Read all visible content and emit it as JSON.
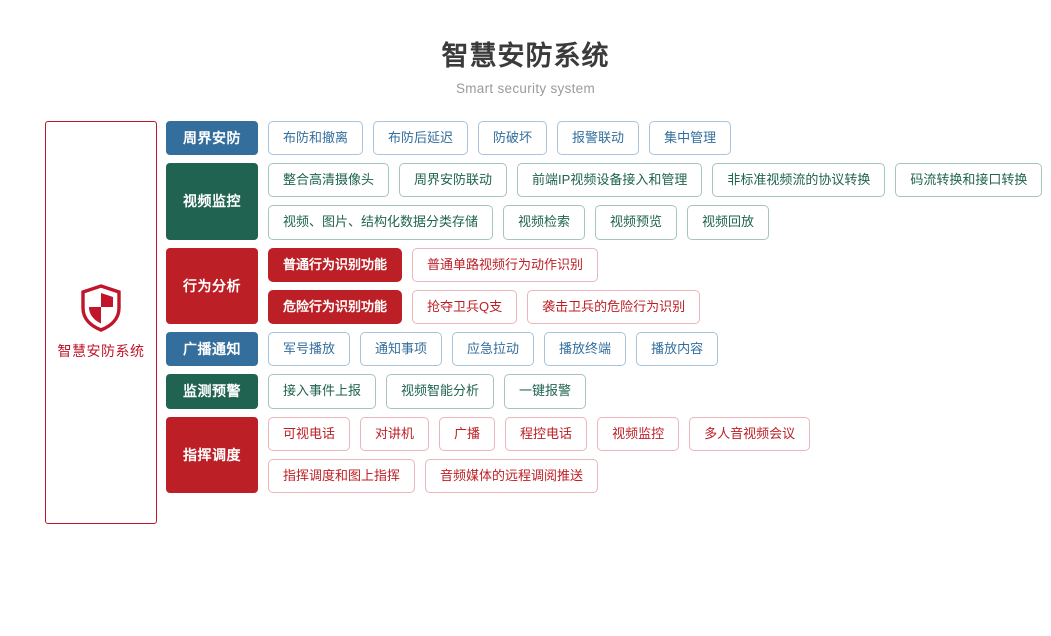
{
  "header": {
    "title": "智慧安防系统",
    "subtitle": "Smart security system"
  },
  "brand": {
    "icon": "shield-icon",
    "label": "智慧安防系统",
    "color": "#c0152a"
  },
  "colors": {
    "blue": "#336e9c",
    "green": "#1f6350",
    "red": "#bc2026",
    "brand_red": "#c0152a",
    "title_gray": "#3b3b3b",
    "subtitle_gray": "#9a9a9a"
  },
  "rows": [
    {
      "category": "周界安防",
      "theme": "blue",
      "lines": [
        [
          "布防和撤离",
          "布防后延迟",
          "防破坏",
          "报警联动",
          "集中管理"
        ]
      ]
    },
    {
      "category": "视频监控",
      "theme": "green",
      "lines": [
        [
          "整合高清摄像头",
          "周界安防联动",
          "前端IP视频设备接入和管理",
          "非标准视频流的协议转换",
          "码流转换和接口转换"
        ],
        [
          "视频、图片、结构化数据分类存储",
          "视频检索",
          "视频预览",
          "视频回放"
        ]
      ]
    },
    {
      "category": "行为分析",
      "theme": "red",
      "lines": [
        [
          "普通行为识别功能",
          "普通单路视频行为动作识别"
        ],
        [
          "危险行为识别功能",
          "抢夺卫兵Q支",
          "袭击卫兵的危险行为识别"
        ]
      ],
      "filled_first_of_each_line": true
    },
    {
      "category": "广播通知",
      "theme": "blue",
      "lines": [
        [
          "军号播放",
          "通知事项",
          "应急拉动",
          "播放终端",
          "播放内容"
        ]
      ]
    },
    {
      "category": "监测预警",
      "theme": "green",
      "lines": [
        [
          "接入事件上报",
          "视频智能分析",
          "一键报警"
        ]
      ]
    },
    {
      "category": "指挥调度",
      "theme": "red",
      "lines": [
        [
          "可视电话",
          "对讲机",
          "广播",
          "程控电话",
          "视频监控",
          "多人音视频会议"
        ],
        [
          "指挥调度和图上指挥",
          "音频媒体的远程调阅推送"
        ]
      ]
    }
  ]
}
